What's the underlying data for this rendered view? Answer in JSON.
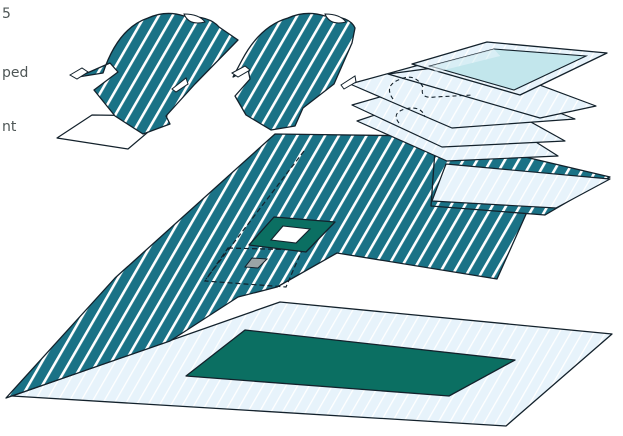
{
  "edge_text": [
    "5",
    "ped",
    "nt"
  ],
  "colors": {
    "teal_fabric": "#1a7286",
    "dark_green_fabric": "#0b6f62",
    "pale_blue_film": "#e7f3fb",
    "mint_panel": "#c2e6ec",
    "outline": "#13212b",
    "stripe": "#ffffff"
  },
  "items": [
    {
      "name": "gown-left",
      "icon": "surgical-gown-icon",
      "fabric": "teal_fabric"
    },
    {
      "name": "gown-right",
      "icon": "surgical-gown-icon",
      "fabric": "teal_fabric"
    },
    {
      "name": "hand-towel",
      "icon": "towel-icon",
      "fabric": "plain"
    },
    {
      "name": "light-handle-cover",
      "icon": "cover-icon",
      "fabric": "mint_panel"
    },
    {
      "name": "incise-bags",
      "icon": "pouch-icon",
      "fabric": "pale_blue_film"
    },
    {
      "name": "fenestrated-drape",
      "icon": "fenestrated-drape-icon",
      "fabric": "teal_fabric"
    },
    {
      "name": "side-sheets",
      "icon": "sheet-icon",
      "fabric": "teal_fabric"
    },
    {
      "name": "table-cover",
      "icon": "table-cover-icon",
      "fabric": "pale_blue_film"
    }
  ]
}
